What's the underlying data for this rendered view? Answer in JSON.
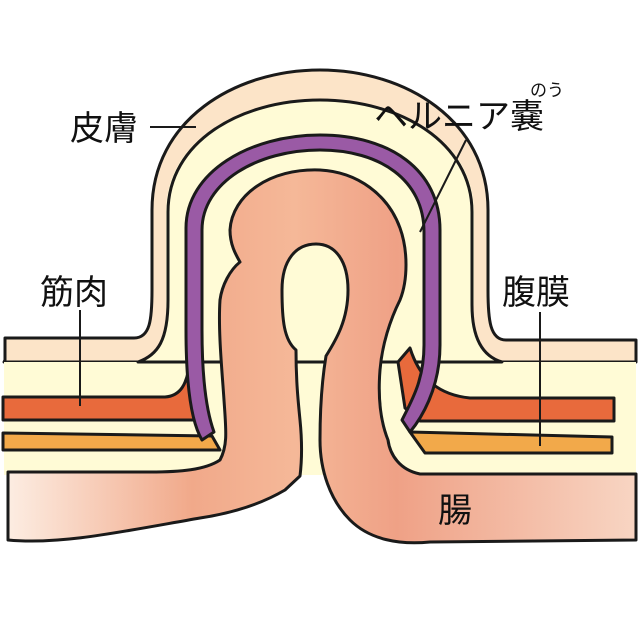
{
  "labels": {
    "skin": "皮膚",
    "hernia_sac": "ヘルニア嚢",
    "hernia_sac_ruby": "のう",
    "muscle": "筋肉",
    "peritoneum": "腹膜",
    "intestine": "腸"
  },
  "colors": {
    "skin": "#fce4c8",
    "fat": "#fffbd6",
    "muscle": "#e86a3c",
    "peritoneum": "#f2a94a",
    "sac": "#9a5aa5",
    "intestine_light": "#fbe3d3",
    "intestine_mid": "#f3b08f",
    "intestine_dark": "#eea084",
    "outline": "#1a1a1a"
  }
}
